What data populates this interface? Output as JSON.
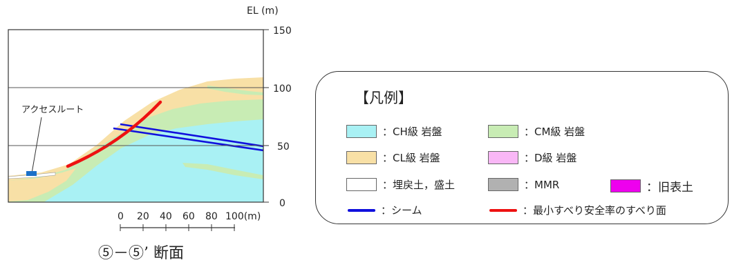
{
  "elevation_axis": {
    "label": "EL (m)",
    "ticks": [
      "150",
      "100",
      "50",
      "0"
    ]
  },
  "access_route_label": "アクセスルート",
  "scale_bar": {
    "labels": [
      "0",
      "20",
      "40",
      "60",
      "80",
      "100(m)"
    ]
  },
  "section_title": "⑤－⑤’ 断面",
  "legend": {
    "title": "【凡例】",
    "items": [
      {
        "label": "：CH級 岩盤",
        "color": "#a9f1f4",
        "kind": "swatch"
      },
      {
        "label": "：CM級 岩盤",
        "color": "#c8ecb4",
        "kind": "swatch"
      },
      {
        "label": "：CL級 岩盤",
        "color": "#f8e0a6",
        "kind": "swatch"
      },
      {
        "label": "：D級 岩盤",
        "color": "#f9b7f6",
        "kind": "swatch"
      },
      {
        "label": "：埋戻土，盛土",
        "color": "#ffffff",
        "kind": "swatch"
      },
      {
        "label": "：MMR",
        "color": "#b1b1b1",
        "kind": "swatch"
      },
      {
        "label": "：旧表土",
        "color": "#ee00ee",
        "kind": "swatch"
      },
      {
        "label": "：シーム",
        "color": "#1010dd",
        "kind": "line"
      },
      {
        "label": "：最小すべり安全率のすべり面",
        "color": "#ee1111",
        "kind": "line"
      }
    ]
  }
}
